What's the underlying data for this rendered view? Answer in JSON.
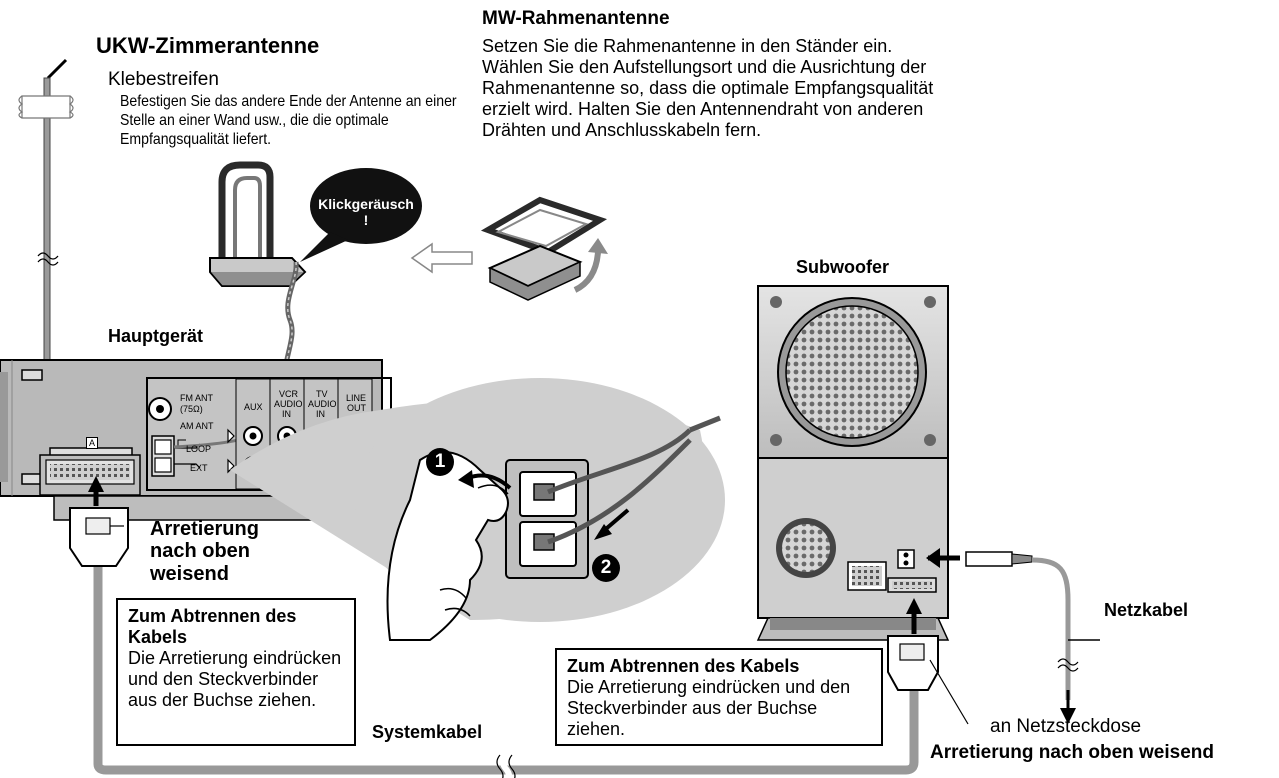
{
  "fm_antenna": {
    "title": "UKW-Zimmerantenne",
    "tape_label": "Klebestreifen",
    "tape_text": "Befestigen Sie das andere Ende der Antenne an einer Stelle an einer Wand usw., die die optimale Empfangsqualität liefert."
  },
  "am_antenna": {
    "title": "MW-Rahmenantenne",
    "text": "Setzen Sie die Rahmenantenne in den Ständer ein. Wählen Sie den Aufstellungsort und die Ausrichtung der Rahmenantenne so, dass die optimale Empfangsqualität erzielt wird. Halten Sie den Antennendraht von anderen Drähten und Anschlusskabeln fern.",
    "click_sound": "Klickgeräusch !"
  },
  "main_unit": {
    "title": "Hauptgerät",
    "fm_ant": "FM ANT",
    "fm_ohm": "(75Ω)",
    "am_ant": "AM ANT",
    "loop": "LOOP",
    "ext": "EXT",
    "aux": "AUX",
    "vcr_1": "VCR",
    "vcr_2": "AUDIO",
    "vcr_3": "IN",
    "tv_1": "TV",
    "tv_2": "AUDIO",
    "tv_3": "IN",
    "line_1": "LINE",
    "line_2": "OUT",
    "port_a": "A"
  },
  "steps": {
    "step1": "1",
    "step2": "2"
  },
  "subwoofer": {
    "title": "Subwoofer"
  },
  "labels": {
    "lock_up_left": "Arretierung nach oben weisend",
    "lock_up_right": "Arretierung nach oben weisend",
    "power_cable": "Netzkabel",
    "outlet": "an Netzsteckdose",
    "system_cable": "Systemkabel"
  },
  "disconnect_left": {
    "title": "Zum Abtrennen des Kabels",
    "text": "Die Arretierung eindrücken und den Steckverbinder aus der Buchse ziehen."
  },
  "disconnect_right": {
    "title": "Zum Abtrennen des Kabels",
    "text": "Die Arretierung eindrücken und den Steckverbinder aus der Buchse ziehen."
  }
}
